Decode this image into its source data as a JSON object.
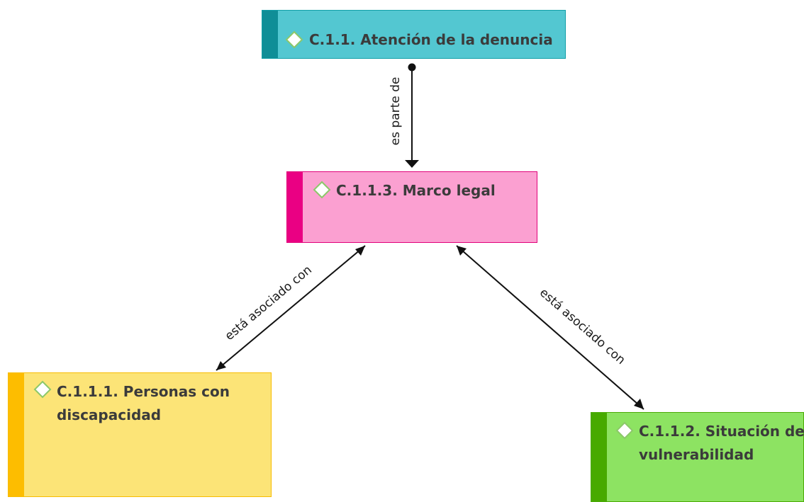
{
  "nodes": {
    "atencion": {
      "title": "C.1.1. Atención de la denuncia",
      "color": "#53c7d1",
      "accent": "#0f8e97"
    },
    "marco": {
      "title": "C.1.1.3. Marco legal",
      "color": "#fba0d1",
      "accent": "#ea0083"
    },
    "personas": {
      "title": "C.1.1.1. Personas con discapacidad",
      "color": "#fce477",
      "accent": "#fdbd00"
    },
    "situacion": {
      "title": "C.1.1.2. Situación de vulnerabilidad",
      "color": "#8de362",
      "accent": "#47aa00"
    }
  },
  "edges": {
    "parte": {
      "label": "es parte de",
      "from": "C.1.1. Atención de la denuncia",
      "to": "C.1.1.3. Marco legal"
    },
    "asociado_left": {
      "label": "está asociado con",
      "from": "C.1.1.3. Marco legal",
      "to": "C.1.1.1. Personas con discapacidad"
    },
    "asociado_right": {
      "label": "está asociado con",
      "from": "C.1.1.3. Marco legal",
      "to": "C.1.1.2. Situación de vulnerabilidad"
    }
  },
  "icons": {
    "node_icon": "diamond-icon"
  }
}
